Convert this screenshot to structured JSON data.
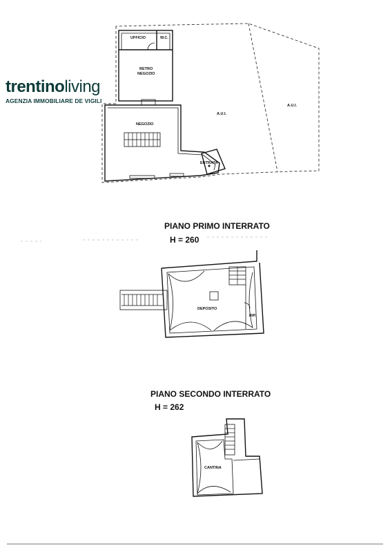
{
  "logo": {
    "brand_part1": "trentino",
    "brand_part2": "living",
    "tagline": "AGENZIA IMMOBILIARE DE VIGILI"
  },
  "ground_floor": {
    "rooms": {
      "ufficio": "UFFICIO",
      "wc": "W.C.",
      "retro_negozio_line1": "RETRO",
      "retro_negozio_line2": "NEGOZIO",
      "negozio": "NEGOZIO",
      "entrata": "ENTRATA",
      "aui_1": "A.U.I.",
      "aui_2": "A.U.I."
    }
  },
  "first_basement": {
    "title": "PIANO PRIMO INTERRATO",
    "height": "H = 260",
    "rooms": {
      "deposito": "DEPOSITO",
      "rip": "RIP."
    }
  },
  "second_basement": {
    "title": "PIANO SECONDO INTERRATO",
    "height": "H = 262",
    "rooms": {
      "cantina": "CANTINA"
    }
  },
  "colors": {
    "line": "#111111",
    "brand": "#0d3b3a"
  }
}
